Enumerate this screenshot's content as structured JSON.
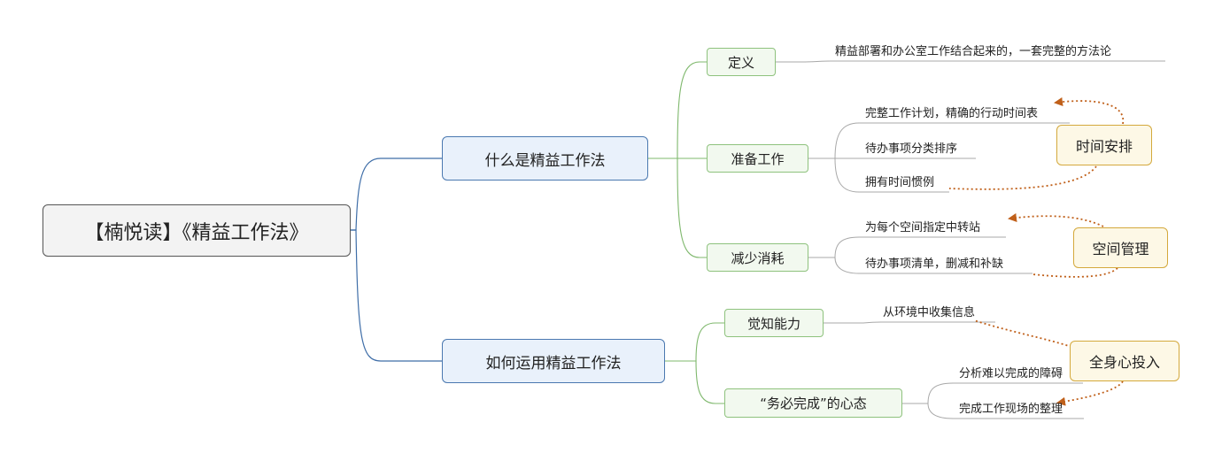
{
  "root": {
    "label": "【楠悦读】《精益工作法》"
  },
  "branches": [
    {
      "label": "什么是精益工作法",
      "children": [
        {
          "label": "定义",
          "leaves": [
            "精益部署和办公室工作结合起来的，一套完整的方法论"
          ]
        },
        {
          "label": "准备工作",
          "leaves": [
            "完整工作计划，精确的行动时间表",
            "待办事项分类排序",
            "拥有时间惯例"
          ]
        },
        {
          "label": "减少消耗",
          "leaves": [
            "为每个空间指定中转站",
            "待办事项清单，删减和补缺"
          ]
        }
      ]
    },
    {
      "label": "如何运用精益工作法",
      "children": [
        {
          "label": "觉知能力",
          "leaves": [
            "从环境中收集信息"
          ]
        },
        {
          "label": "“务必完成”的心态",
          "leaves": [
            "分析难以完成的障碍",
            "完成工作现场的整理"
          ]
        }
      ]
    }
  ],
  "callouts": [
    {
      "label": "时间安排"
    },
    {
      "label": "空间管理"
    },
    {
      "label": "全身心投入"
    }
  ],
  "colors": {
    "main_line": "#3f6ea8",
    "sub_line": "#7fb86d",
    "leaf_line": "#a8a8a8",
    "relation": "#c0601a"
  }
}
